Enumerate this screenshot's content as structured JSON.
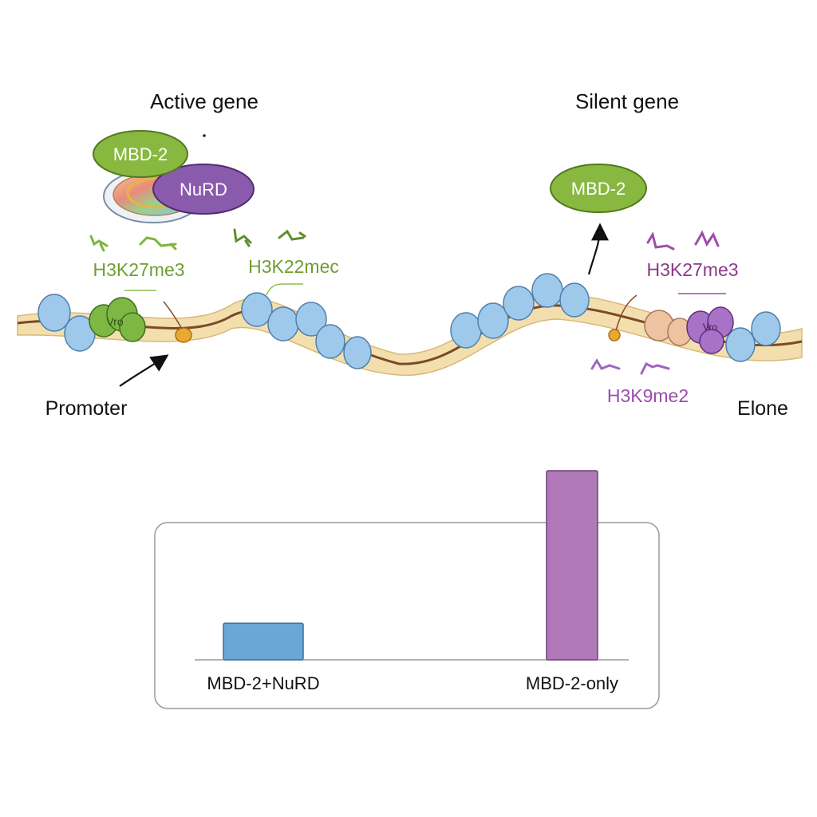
{
  "colors": {
    "active_mark": "#6f9e31",
    "silent_mark": "#8a3a86",
    "h3k9_mark": "#9b4cab",
    "mbd2_fill": "#88b840",
    "nurd_fill": "#8a5aad",
    "nucleosome": "#9ec9ea",
    "chromatin_band": "#f3dfae",
    "dna_strand": "#7a4a26",
    "bar_mbd2_nurd": "#6aa6d6",
    "bar_mbd2_only": "#b07ab8"
  },
  "active_gene": {
    "title": "Active gene",
    "protein_mbd2": "MBD-2",
    "protein_nurd": "NuRD",
    "mark_1": "H3K27me3",
    "mark_2": "H3K22mec",
    "nucleosome_stamp": "Vro",
    "promoter_label": "Promoter"
  },
  "silent_gene": {
    "title": "Silent gene",
    "protein_mbd2": "MBD-2",
    "mark_1": "H3K27me3",
    "mark_2": "H3K9me2",
    "nucleosome_stamp": "Vro",
    "side_label": "Elone"
  },
  "chart_data": {
    "type": "bar",
    "categories": [
      "MBD-2+NuRD",
      "MBD-2-only"
    ],
    "values": [
      12,
      62
    ],
    "ylim": [
      0,
      62
    ],
    "grid": false,
    "legend": "none",
    "xlabel": "",
    "ylabel": ""
  }
}
